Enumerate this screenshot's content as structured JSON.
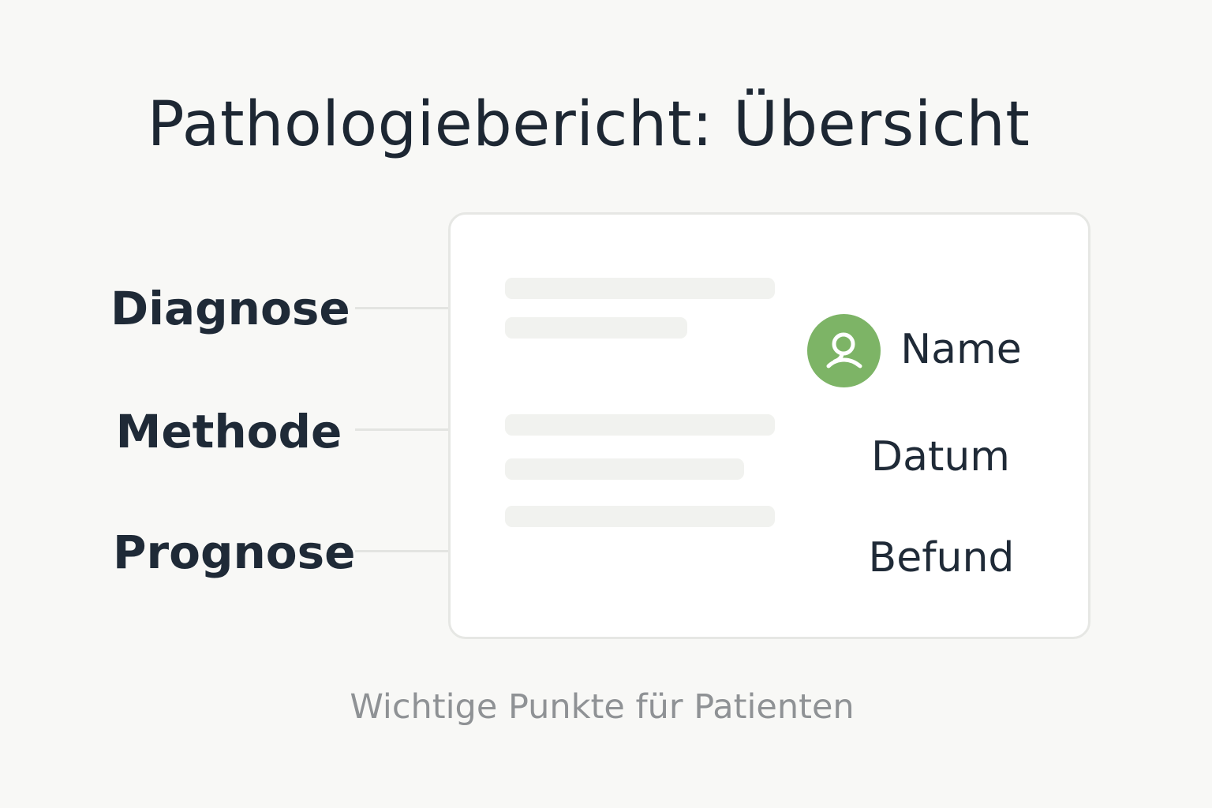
{
  "title": "Pathologiebericht: Übersicht",
  "left_labels": {
    "diagnose": "Diagnose",
    "methode": "Methode",
    "prognose": "Prognose"
  },
  "card": {
    "name": "Name",
    "datum": "Datum",
    "befund": "Befund",
    "avatar_color": "#7db466",
    "avatar_icon": "person-icon"
  },
  "caption": "Wichtige Punkte für Patienten"
}
